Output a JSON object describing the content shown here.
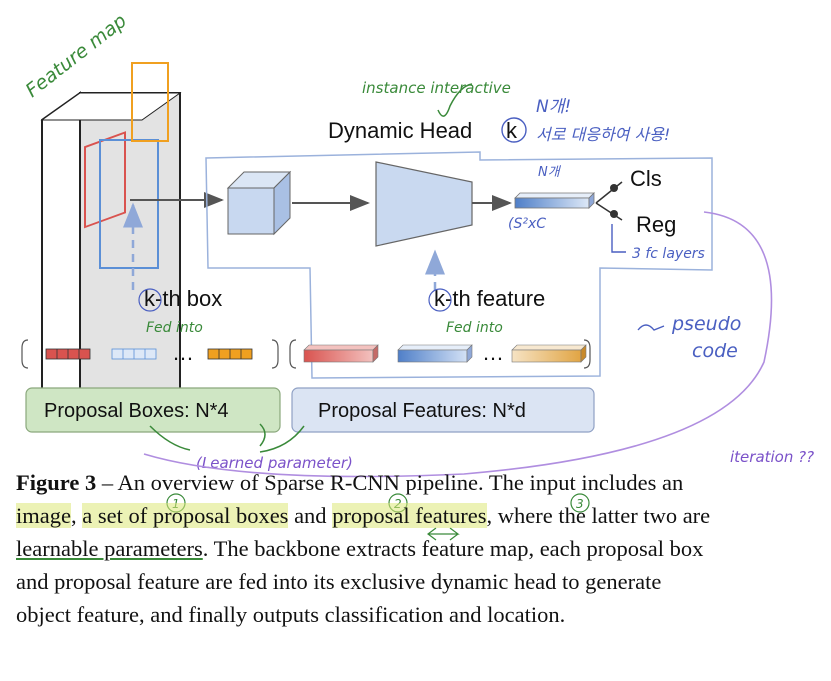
{
  "figure": {
    "dynamic_head_label": "Dynamic Head",
    "dynamic_head_k": "k",
    "cls_label": "Cls",
    "reg_label": "Reg",
    "kth_box_label": "k-th box",
    "kth_feature_label": "k-th feature",
    "ellipsis_left": "…",
    "ellipsis_right": "…",
    "proposal_boxes_label": "Proposal Boxes: N*4",
    "proposal_features_label": "Proposal Features: N*d",
    "colors": {
      "proposal_boxes_fill": "#cfe6c4",
      "proposal_features_fill": "#dbe4f3",
      "box_red": "#d9534f",
      "box_blue": "#5b8fd6",
      "box_orange": "#f0a020",
      "handwriting_green": "#3a8a3a",
      "handwriting_purple": "#7b52c9",
      "handwriting_blue": "#4a5fc1"
    }
  },
  "annotations": {
    "feature_map": "Feature map",
    "instance_interactive": "instance interactive",
    "korean_top": "N개!",
    "korean_line": "서로 대응하여 사용!",
    "n_count": "N개",
    "s2xc": "(S²xC",
    "fc_layers": "3 fc layers",
    "fed_into_left": "Fed into",
    "fed_into_right": "Fed into",
    "pseudo": "pseudo",
    "code": "code",
    "learned_parameter": "(Learned parameter)",
    "iteration": "iteration ??",
    "circle_1": "1",
    "circle_2": "2",
    "circle_3": "3"
  },
  "caption": {
    "label": "Figure 3",
    "dash": " – ",
    "part1": "An overview of Sparse R-CNN pipeline. The input includes an ",
    "hl_image": "image",
    "comma1": ", ",
    "hl_boxes": "a set of proposal boxes",
    "and1": " and ",
    "hl_features": "proposal features",
    "part2": ", where the latter two are ",
    "learnable": "learnable parameters",
    "part3": ". The backbone extracts feature map, each proposal box and proposal feature are fed into its exclusive dynamic head to generate object feature, and finally outputs classification and location."
  }
}
